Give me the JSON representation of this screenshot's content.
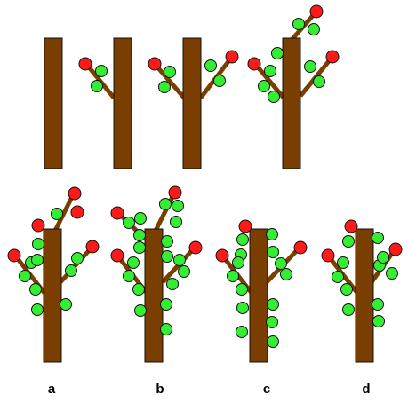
{
  "colors": {
    "trunk": "#7a3f00",
    "leaf": "#33ee33",
    "bud": "#ff1a1a",
    "outline": "#111111"
  },
  "panel_labels": [
    "a",
    "b",
    "c",
    "d"
  ]
}
